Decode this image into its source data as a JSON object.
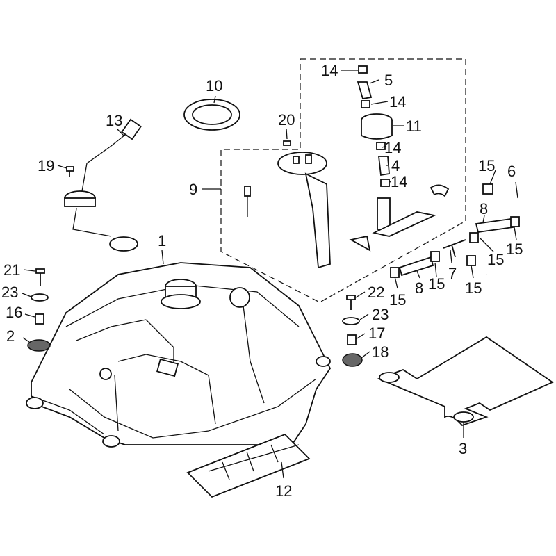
{
  "diagram": {
    "callouts": {
      "c1": "1",
      "c2": "2",
      "c3": "3",
      "c4": "4",
      "c5": "5",
      "c6": "6",
      "c7": "7",
      "c8a": "8",
      "c8b": "8",
      "c9": "9",
      "c10": "10",
      "c11": "11",
      "c12": "12",
      "c13": "13",
      "c14a": "14",
      "c14b": "14",
      "c14c": "14",
      "c14d": "14",
      "c15a": "15",
      "c15b": "15",
      "c15c": "15",
      "c15d": "15",
      "c15e": "15",
      "c15f": "15",
      "c16": "16",
      "c17": "17",
      "c18": "18",
      "c19": "19",
      "c20": "20",
      "c21": "21",
      "c22": "22",
      "c23a": "23",
      "c23b": "23"
    }
  }
}
